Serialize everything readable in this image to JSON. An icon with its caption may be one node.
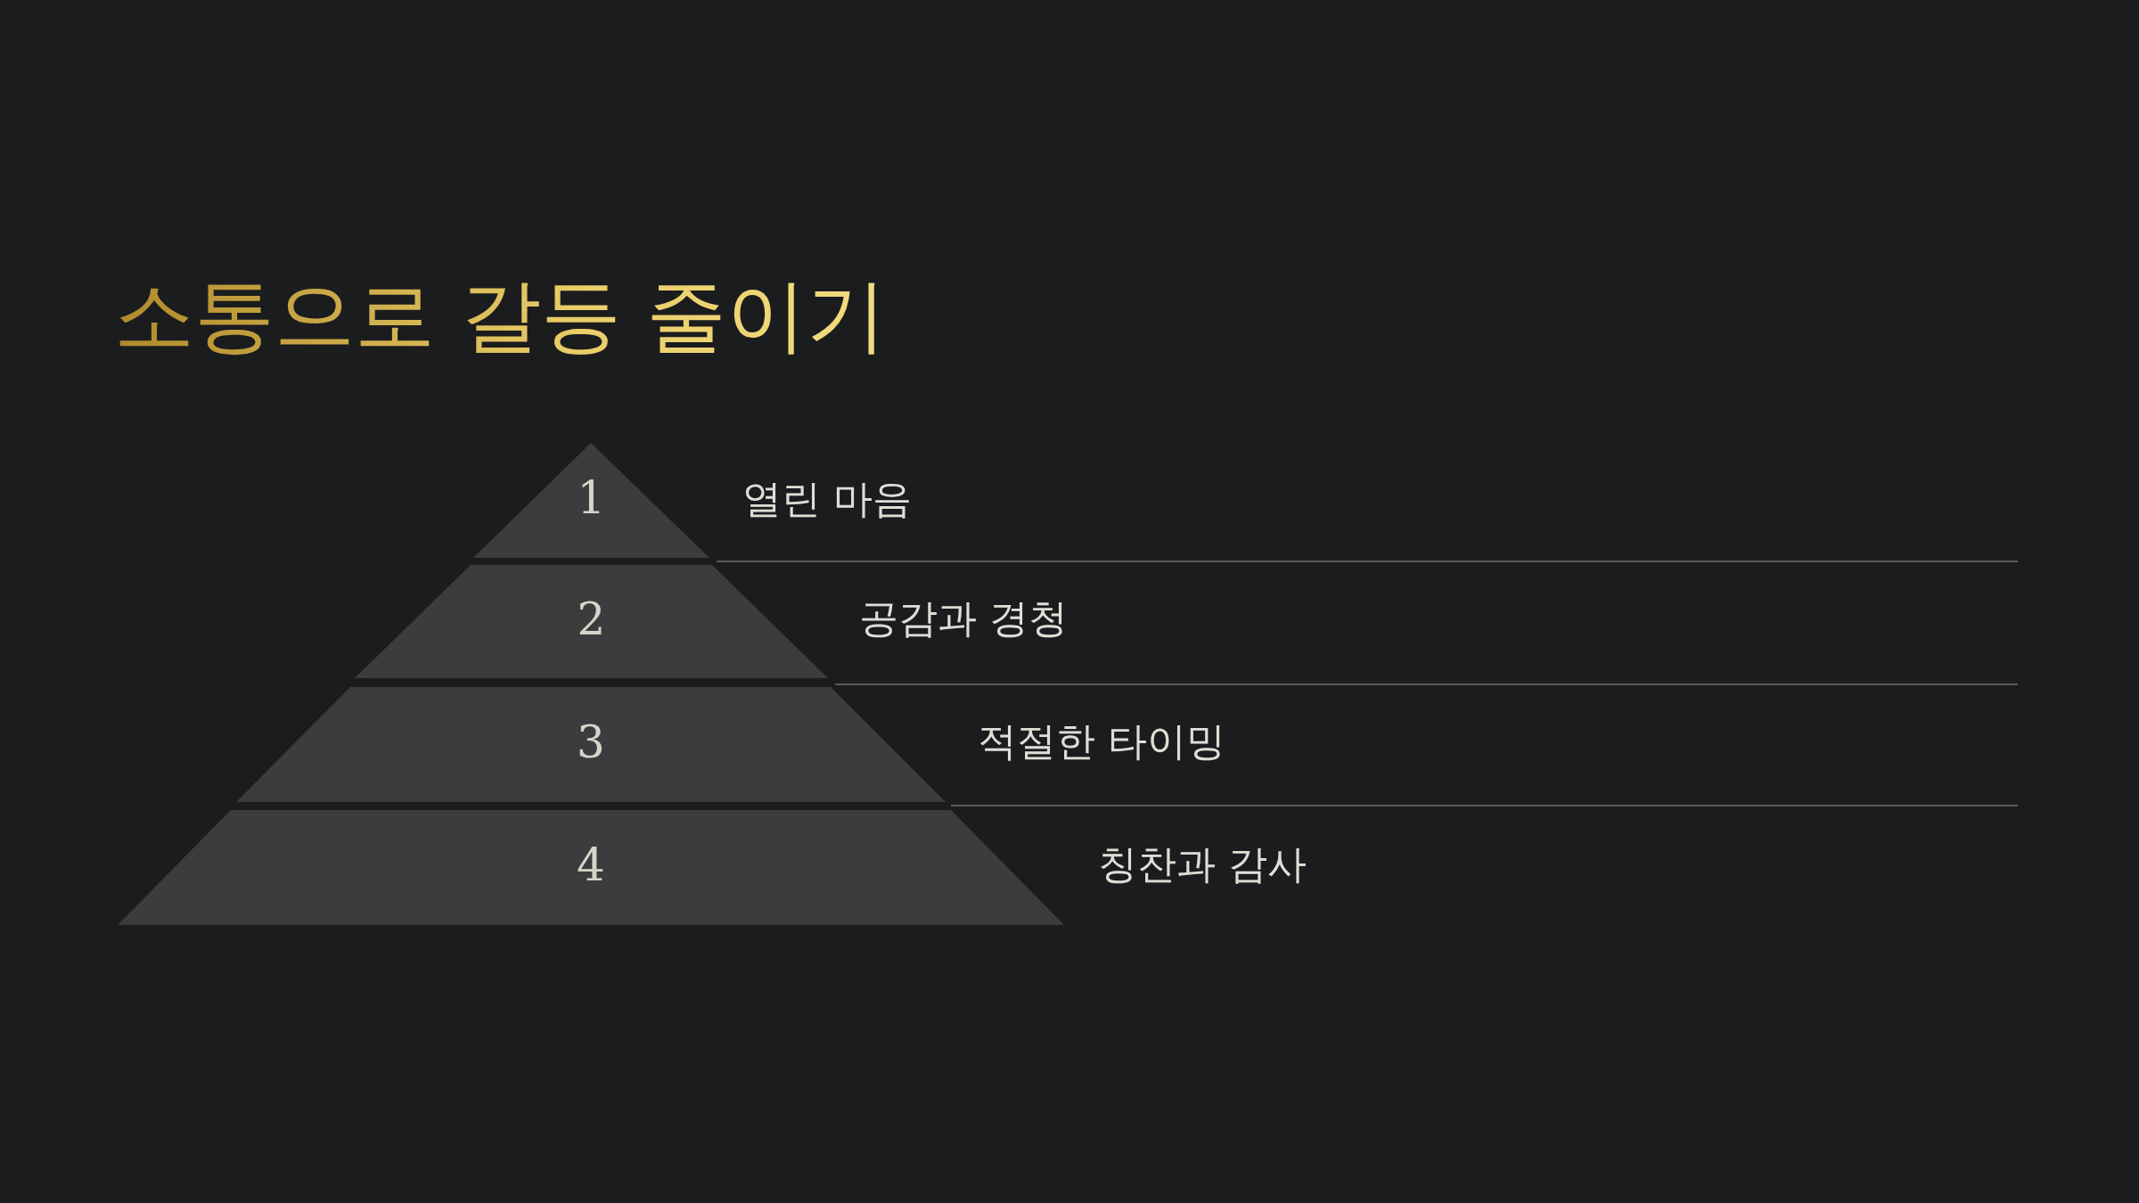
{
  "diagram": {
    "title": "소통으로 갈등 줄이기",
    "nodes": [
      {
        "text": [
          "1"
        ],
        "beside": [
          "열린 마음"
        ]
      },
      {
        "text": [
          "2"
        ],
        "beside": [
          "공감과 경청"
        ]
      },
      {
        "text": [
          "3"
        ],
        "beside": [
          "적절한 타이밍"
        ]
      },
      {
        "text": [
          "4"
        ],
        "beside": [
          "칭찬과 감사"
        ]
      }
    ],
    "edges": []
  }
}
